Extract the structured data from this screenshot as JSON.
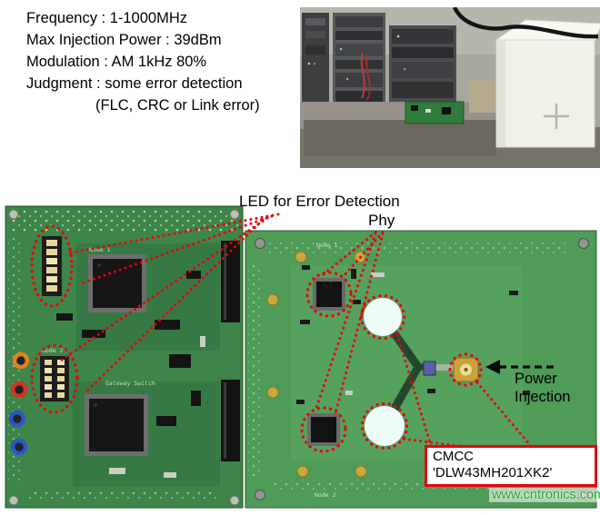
{
  "test_conditions": {
    "frequency": "Frequency : 1-1000MHz",
    "max_injection_power": "Max Injection Power : 39dBm",
    "modulation": "Modulation : AM 1kHz 80%",
    "judgment": "Judgment : some error detection",
    "judgment_cont": "(FLC, CRC or Link error)"
  },
  "annotations": {
    "led_label": "LED for Error Detection",
    "phy_label": "Phy",
    "power_line1": "Power",
    "power_line2": "Injection",
    "cmcc_line1": "CMCC",
    "cmcc_line2": "'DLW43MH201XK2'"
  },
  "silkscreen": {
    "left_node1": "Node 1",
    "left_gateway": "Gateway Switch",
    "left_node2": "Node 2",
    "right_node1": "Node 1",
    "right_node2": "Node 2"
  },
  "watermark": "www.cntronics.com",
  "colors": {
    "annotation_red": "#e8000d",
    "pcb_left": "#3d8549",
    "pcb_right": "#4f9b58",
    "watermark_green": "#33a437"
  }
}
